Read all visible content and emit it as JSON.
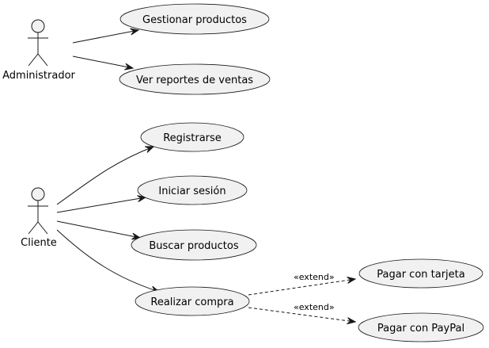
{
  "diagram": {
    "actors": [
      {
        "id": "admin",
        "label": "Administrador"
      },
      {
        "id": "cliente",
        "label": "Cliente"
      }
    ],
    "usecases": [
      {
        "id": "gestionar",
        "label": "Gestionar productos"
      },
      {
        "id": "reportes",
        "label": "Ver reportes de ventas"
      },
      {
        "id": "registrarse",
        "label": "Registrarse"
      },
      {
        "id": "iniciar",
        "label": "Iniciar sesión"
      },
      {
        "id": "buscar",
        "label": "Buscar productos"
      },
      {
        "id": "comprar",
        "label": "Realizar compra"
      },
      {
        "id": "tarjeta",
        "label": "Pagar con tarjeta"
      },
      {
        "id": "paypal",
        "label": "Pagar con PayPal"
      }
    ],
    "associations": [
      {
        "from": "admin",
        "to": "gestionar"
      },
      {
        "from": "admin",
        "to": "reportes"
      },
      {
        "from": "cliente",
        "to": "registrarse"
      },
      {
        "from": "cliente",
        "to": "iniciar"
      },
      {
        "from": "cliente",
        "to": "buscar"
      },
      {
        "from": "cliente",
        "to": "comprar"
      }
    ],
    "extends": [
      {
        "from": "comprar",
        "to": "tarjeta",
        "label": "«extend»"
      },
      {
        "from": "comprar",
        "to": "paypal",
        "label": "«extend»"
      }
    ],
    "colors": {
      "fill": "#f1f1f1",
      "stroke": "#181818",
      "text": "#000000",
      "background": "#ffffff"
    }
  }
}
